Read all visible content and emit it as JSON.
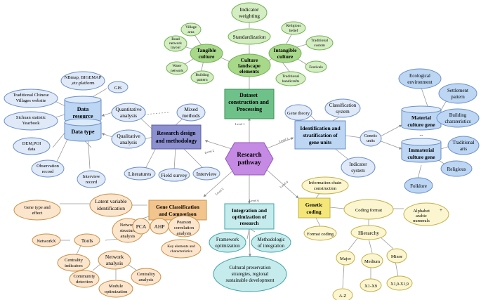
{
  "colors": {
    "green_fill": "#d4edc2",
    "green_stroke": "#6fb24f",
    "green_dark": "#a8d88a",
    "blue_fill": "#dfe9f7",
    "blue_stroke": "#6b8fc9",
    "blue_dark": "#aac4ec",
    "teal_fill": "#c6ebec",
    "teal_stroke": "#3fa3a8",
    "purple_hex": "#c58ae3",
    "purple_stroke": "#9556bd",
    "lilac": "#b3b6dd",
    "lilac_stroke": "#6f72b2",
    "yellow_fill": "#fbf6cf",
    "yellow_stroke": "#c4b04a",
    "orange_fill": "#fbe5cc",
    "orange_stroke": "#c99045",
    "cylinder_blue": "#bcd6f3",
    "connector": "#888888"
  },
  "center": {
    "label": "Research pathway"
  },
  "level_labels": {
    "l1": "Level 1",
    "l2": "Level 2",
    "l3": "Level 3",
    "l4": "Level 4",
    "l5": "Level 5",
    "l6": "Level 6"
  },
  "green": {
    "dataset": "Dataset construction and Processing",
    "culture": "Culture landscape elements",
    "standardization": "Standardization",
    "indicator": "Indicator weighting",
    "tangible": "Tangible culture",
    "intangible": "Intangible culture",
    "village": "Village area",
    "road": "Road network layout",
    "water": "Water network",
    "building": "Building pattern",
    "religious": "Religious belief",
    "custom": "Traditional custom",
    "festivals": "Festivals",
    "handicrafts": "Traditional handicrafts"
  },
  "left": {
    "research_design": "Research design and methodology",
    "quantitative": "Quantitative analysis",
    "qualitative": "Qualitative analysis",
    "mixed": "Mixed methods",
    "literatures": "Literatures",
    "field": "Field survey",
    "interview": "Interview",
    "data_resource": "Data resource",
    "data_type": "Data type",
    "gis": "GIS",
    "nbmap": "NBmap, BIGEMAP ,etc.platform",
    "tcv": "Traditional Chinese Villages website",
    "sichuan": "Sichuan statistic Yearbook",
    "dem": "DEM,POI data",
    "observation": "Observation record",
    "interview_record": "Interview record"
  },
  "right": {
    "identification": "Identification and stratification of gene units",
    "gene_theory": "Gene theory",
    "classification": "Classification system",
    "genetic_units": "Genetic units",
    "indicator_system": "Indicator system",
    "material": "Material culture gene",
    "immaterial": "Immaterial culture gene",
    "ecological": "Ecological environment",
    "settlement": "Settlement pattern",
    "building_char": "Building charateristics",
    "traditional_arts": "Traditional arts",
    "religious": "Religious",
    "folklore": "Folklore",
    "ellipsis": "..."
  },
  "bottom": {
    "integration": "Integration and optimization of research",
    "framework": "Framework optimization",
    "methodologic": "Methodologic of integration",
    "cultural": "Cultural preservation strategies, regional sustainable development"
  },
  "coding": {
    "genetic_coding": "Genetic coding",
    "info_chain": "Information chain construction",
    "coding_format": "Coding format",
    "alphabet": "Alphabet + arabic numerals",
    "format_coding": "Format coding",
    "hierarchy": "Hierarchy",
    "major": "Major",
    "medium": "Medium",
    "minor": "Minor",
    "az": "A-Z",
    "x1x9": "X1-X9",
    "x10": "X1,0-X1,9"
  },
  "gene_cls": {
    "title": "Gene Classification and Comparison",
    "latent": "Latent variable identification",
    "gene_type": "Gene type and effect",
    "network_structure": "Network structure analysis",
    "tools": "Tools",
    "networkx": "NetworkX",
    "centrality_ind": "Centrality indicators",
    "network_analysis": "Network analysis",
    "community": "Community detection",
    "module": "Module optimization",
    "centrality_an": "Centrality analysis",
    "pca": "PCA",
    "ahp": "AHP",
    "pearson": "Pearson correlation analysis",
    "key": "Key elements and characteristics"
  }
}
